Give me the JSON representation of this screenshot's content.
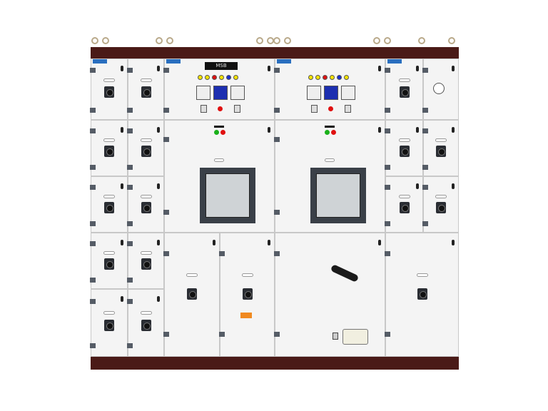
{
  "switchboard": {
    "name_plate": "MSB",
    "colors": {
      "frame": "#4a1a17",
      "door": "#f4f4f4",
      "acb": "#3a4048",
      "logo": "#2a6fc0",
      "digital_meter": "#1d2fb0"
    },
    "indicator_lamps": [
      "yellow",
      "yellow",
      "red",
      "yellow",
      "blue",
      "yellow"
    ]
  }
}
